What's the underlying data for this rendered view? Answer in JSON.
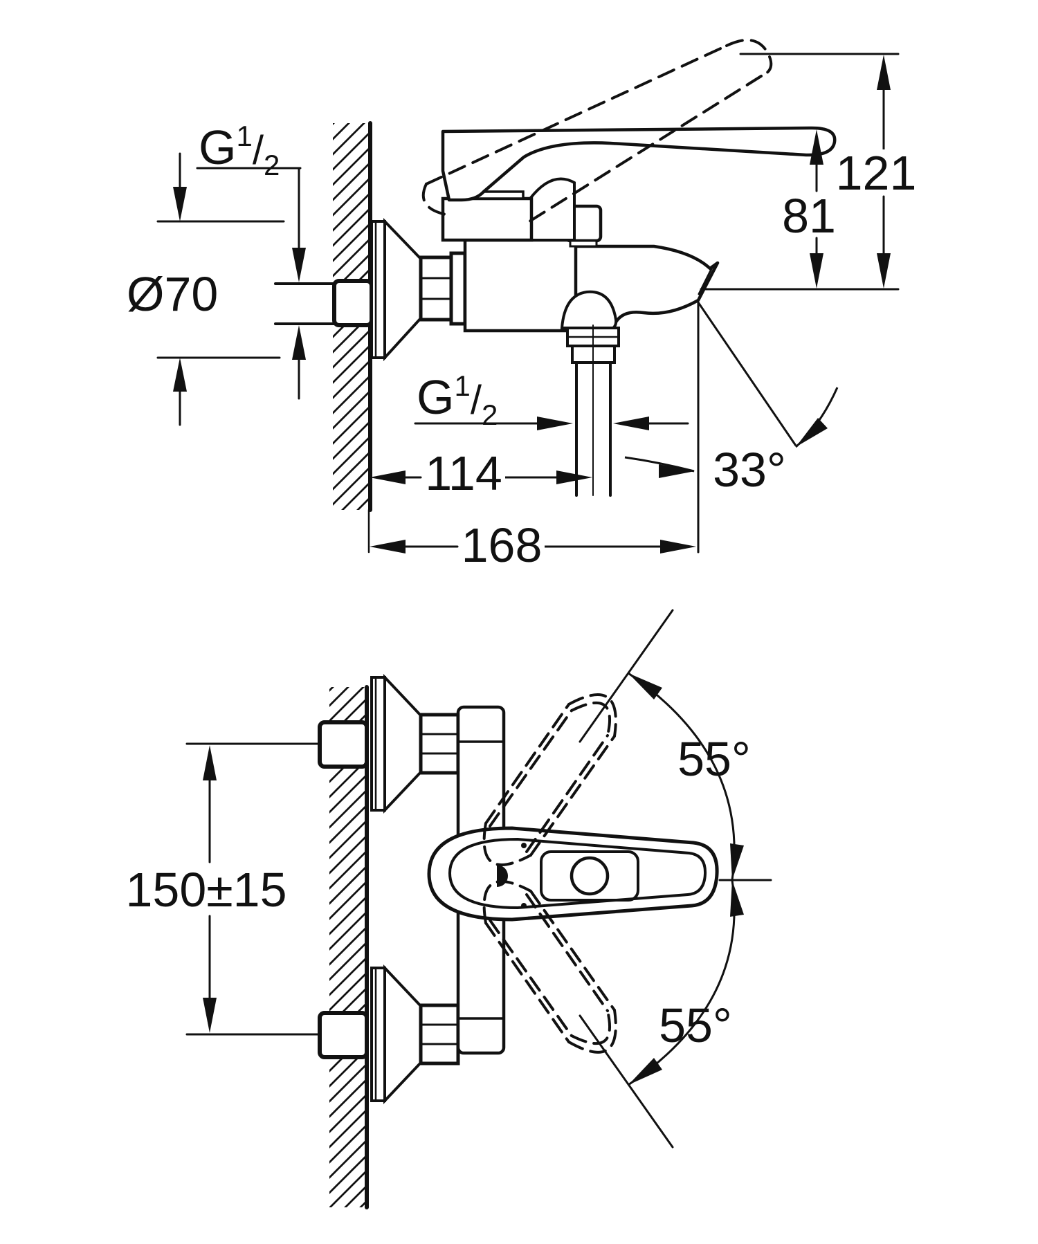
{
  "meta": {
    "type": "technical-dimension-drawing",
    "subject": "wall-mounted single-lever bath mixer, side elevation and plan view",
    "colors": {
      "ink": "#111111",
      "paper": "#ffffff"
    }
  },
  "dims": {
    "g_inlet": {
      "base": "G",
      "sup": "1",
      "slash": "/",
      "sub": "2"
    },
    "g_hose": {
      "base": "G",
      "sup": "1",
      "slash": "/",
      "sub": "2"
    },
    "diameter": "Ø70",
    "total_height": "121",
    "spout_height": "81",
    "spout_depth": "114",
    "total_depth": "168",
    "spout_angle": "33°",
    "swing_upper": "55°",
    "swing_lower": "55°",
    "inlet_centers": "150±15"
  }
}
